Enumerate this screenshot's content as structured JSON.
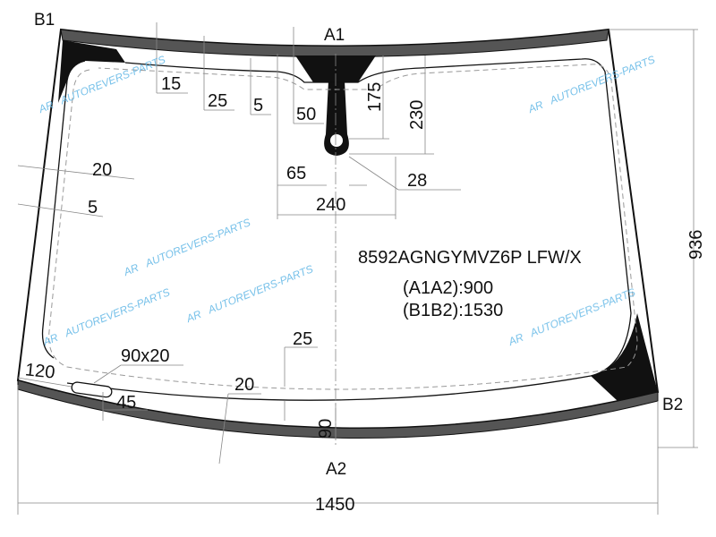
{
  "points": {
    "b1": "B1",
    "a1": "A1",
    "b2": "B2",
    "a2": "A2"
  },
  "overall": {
    "width": "1450",
    "height": "936"
  },
  "dims": {
    "top_15": "15",
    "top_25": "25",
    "top_5": "5",
    "top_50": "50",
    "sensor_175": "175",
    "sensor_230": "230",
    "side_20": "20",
    "side_5": "5",
    "bracket_65": "65",
    "bracket_240": "240",
    "bracket_28": "28",
    "bottom_25": "25",
    "slot": "90x20",
    "slot_120": "120",
    "slot_45": "45",
    "bottom_20": "20",
    "bottom_90": "90"
  },
  "info": {
    "code": "8592AGNGYMVZ6P LFW/X",
    "a1a2": "(A1A2):900",
    "b1b2": "(B1B2):1530"
  },
  "watermark": {
    "text": "AUTOREVERS-PARTS",
    "logo": "AR"
  },
  "colors": {
    "band": "#555555",
    "frit": "#111111",
    "watermark": "#5fb6e6"
  }
}
